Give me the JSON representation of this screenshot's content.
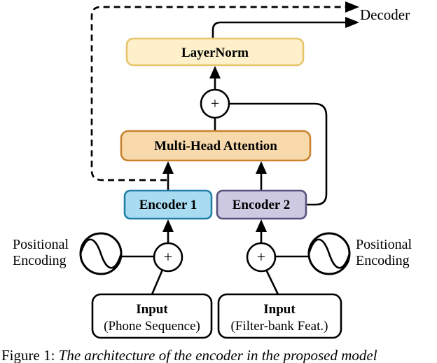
{
  "diagram": {
    "decoder_label": "Decoder",
    "layernorm": {
      "label": "LayerNorm"
    },
    "mha": {
      "label": "Multi-Head Attention"
    },
    "encoder1": {
      "label": "Encoder 1"
    },
    "encoder2": {
      "label": "Encoder 2"
    },
    "plus": "+",
    "pos_enc_left": {
      "line1": "Positional",
      "line2": "Encoding"
    },
    "pos_enc_right": {
      "line1": "Positional",
      "line2": "Encoding"
    },
    "input1": {
      "title": "Input",
      "subtitle": "(Phone Sequence)"
    },
    "input2": {
      "title": "Input",
      "subtitle": "(Filter-bank Feat.)"
    },
    "colors": {
      "layernorm_fill": "#fdf0cb",
      "layernorm_stroke": "#e6c46a",
      "mha_fill": "#f8d9ac",
      "mha_stroke": "#c9822f",
      "encoder1_fill": "#a9dcf1",
      "encoder1_stroke": "#2180a8",
      "encoder2_fill": "#cdc9e1",
      "encoder2_stroke": "#56517c",
      "line": "#000000"
    }
  },
  "caption": {
    "prefix": "Figure 1: ",
    "text": "The architecture of the encoder in the proposed model"
  }
}
